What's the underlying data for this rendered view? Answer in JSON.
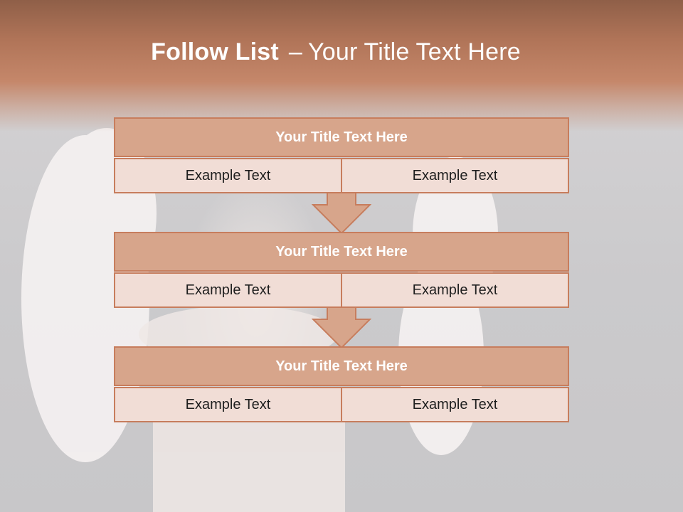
{
  "slide": {
    "title_bold": "Follow List",
    "title_sep": "–",
    "title_rest": "Your Title Text Here"
  },
  "blocks": [
    {
      "title": "Your Title Text Here",
      "cells": [
        "Example Text",
        "Example Text"
      ]
    },
    {
      "title": "Your Title Text Here",
      "cells": [
        "Example Text",
        "Example Text"
      ]
    },
    {
      "title": "Your Title Text Here",
      "cells": [
        "Example Text",
        "Example Text"
      ]
    }
  ],
  "colors": {
    "header_band": "#c5876a",
    "block_title_fill": "#d7a58b",
    "block_border": "#c77d5d",
    "cell_fill": "#f1ddd6",
    "arrow_fill": "#d7a58b"
  },
  "icons": {
    "connector": "down-arrow-icon",
    "background": "angel-wings-photo"
  }
}
